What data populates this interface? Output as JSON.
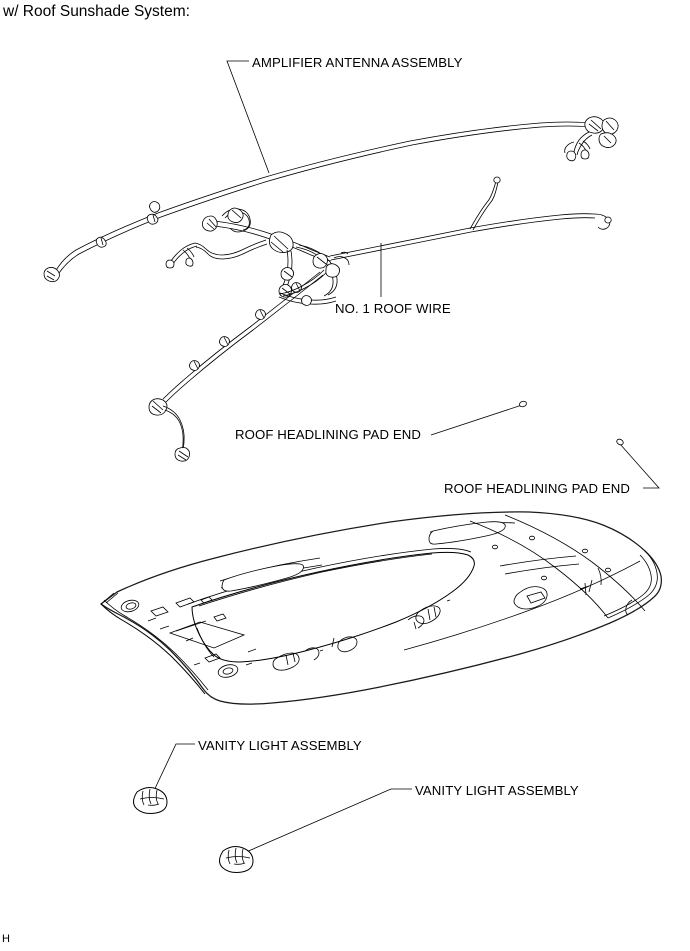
{
  "document": {
    "section_heading": "w/ Roof Sunshade System:",
    "page_marker": "H",
    "ink_color": "#000000",
    "background_color": "#ffffff"
  },
  "diagram": {
    "title": "Roof headlining and roof wire harness exploded view",
    "callouts": [
      {
        "id": "amplifier-antenna-assembly",
        "label": "AMPLIFIER ANTENNA ASSEMBLY",
        "leader_from": [
          247,
          62
        ],
        "leader_to": [
          269,
          172
        ]
      },
      {
        "id": "no-1-roof-wire",
        "label": "NO. 1 ROOF WIRE",
        "leader_from": [
          381,
          298
        ],
        "leader_to": [
          381,
          244
        ]
      },
      {
        "id": "roof-headlining-pad-end-left",
        "label": "ROOF HEADLINING PAD END",
        "leader_from": [
          432,
          435
        ],
        "leader_to": [
          522,
          405
        ]
      },
      {
        "id": "roof-headlining-pad-end-right",
        "label": "ROOF HEADLINING PAD END",
        "leader_from": [
          644,
          489
        ],
        "leader_to": [
          620,
          443
        ]
      },
      {
        "id": "vanity-light-assembly-left",
        "label": "VANITY LIGHT ASSEMBLY",
        "leader_from": [
          193,
          745
        ],
        "leader_to": [
          150,
          797
        ]
      },
      {
        "id": "vanity-light-assembly-right",
        "label": "VANITY LIGHT ASSEMBLY",
        "leader_from": [
          410,
          790
        ],
        "leader_to": [
          236,
          856
        ]
      }
    ],
    "parts": [
      {
        "id": "amplifier-antenna-assembly",
        "kind": "wire-harness"
      },
      {
        "id": "no-1-roof-wire",
        "kind": "wire-harness"
      },
      {
        "id": "roof-headlining-pad",
        "kind": "panel"
      },
      {
        "id": "vanity-light-assembly-left",
        "kind": "clip"
      },
      {
        "id": "vanity-light-assembly-right",
        "kind": "clip"
      }
    ]
  }
}
